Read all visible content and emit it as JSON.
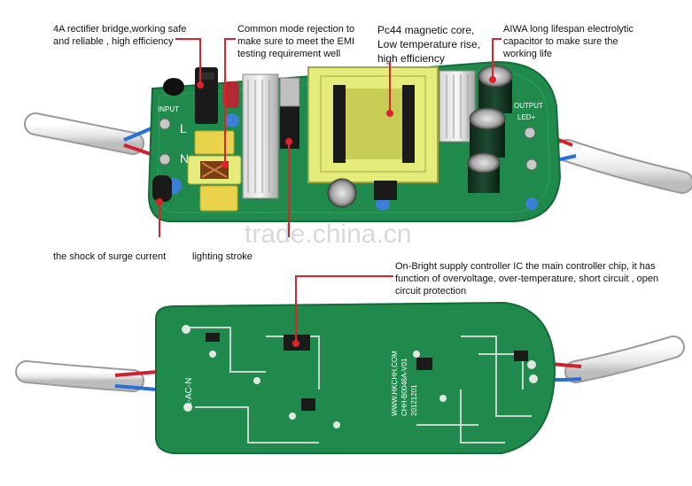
{
  "annotations": {
    "rectifier": "4A rectifier bridge,working safe and reliable , high efficiency",
    "common_mode": "Common mode rejection to make sure to meet the EMI testing requirement well",
    "core": "Pc44 magnetic core, Low temperature rise, high efficiency",
    "capacitor": "AIWA long lifespan electrolytic capacitor to make sure the working life",
    "surge": "the shock of surge current",
    "lightning": "lighting stroke",
    "controller": "On-Bright supply controller IC the main controller chip, it has function of overvoltage, over-temperature, short circuit , open circuit protection"
  },
  "board_marks": {
    "input": "INPUT",
    "output": "OUTPUT",
    "led_plus": "LED+",
    "l": "L",
    "n": "N",
    "l_ac_n": "L-AC-N",
    "web": "WWW.HKCHH.COM",
    "model": "CHH-B0048A-V01",
    "date": "20121201"
  },
  "watermark": "trade.china.cn",
  "colors": {
    "pcb": "#1f8a4c",
    "pcb_dark": "#146b38",
    "accent_red": "#e0212b",
    "transformer": "#e6ec7a"
  }
}
